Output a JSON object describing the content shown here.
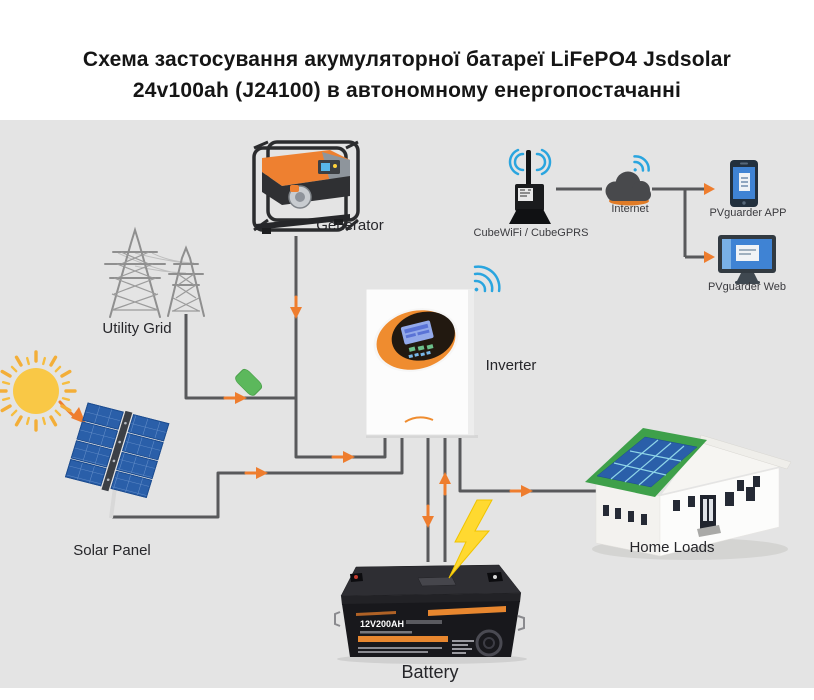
{
  "title": {
    "line1": "Схема застосування акумуляторної батареї LiFePO4 Jsdsolar",
    "line2": "24v100ah (J24100) в автономному енергопостачанні"
  },
  "labels": {
    "generator": "Generator",
    "cubewifi": "CubeWiFi / CubeGPRS",
    "internet": "Internet",
    "pvguarder_app": "PVguarder APP",
    "pvguarder_web": "PVguarder Web",
    "utility_grid": "Utility Grid",
    "inverter": "Inverter",
    "solar_panel": "Solar Panel",
    "home_loads": "Home Loads",
    "battery": "Battery"
  },
  "battery": {
    "model": "12V200AH"
  },
  "icons": [
    "sun-icon",
    "solar-panel-icon",
    "utility-grid-icon",
    "generator-icon",
    "cubewifi-icon",
    "internet-cloud-icon",
    "pvguarder-app-icon",
    "pvguarder-web-icon",
    "inverter-icon",
    "wifi-icon",
    "home-loads-icon",
    "battery-icon",
    "lightning-icon",
    "flow-arrow-icon"
  ],
  "colors": {
    "background": "#e4e4e4",
    "accent_orange": "#ee7d2e",
    "wire_gray": "#58595b",
    "wifi_blue": "#2aa5df",
    "panel_blue": "#2a5fa9",
    "roof_green": "#3ea04a",
    "sun_yellow": "#f9c846",
    "bolt_yellow": "#ffd930"
  }
}
